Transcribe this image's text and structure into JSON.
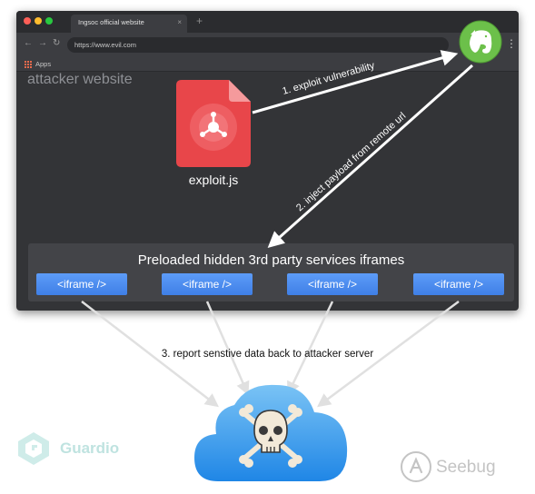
{
  "browser": {
    "tab_title": "Ingsoc official website",
    "tab_close": "×",
    "new_tab": "+",
    "url": "https://www.evil.com",
    "bookmark_apps": "Apps",
    "nav_back": "←",
    "nav_forward": "→",
    "nav_reload": "↻",
    "menu": "⋮",
    "traffic_lights": [
      "#fd5f57",
      "#febc2e",
      "#28c840"
    ]
  },
  "diagram": {
    "site_label": "attacker website",
    "exploit_file": "exploit.js",
    "step1": "1. exploit vulnerability",
    "step2": "2. inject payload from remote url",
    "step3": "3. report senstive data back to attacker server",
    "panel_title": "Preloaded hidden 3rd party services iframes",
    "iframes": [
      "<iframe />",
      "<iframe />",
      "<iframe />",
      "<iframe />"
    ]
  },
  "icons": {
    "exploit": "biohazard-file-icon",
    "service": "evernote-elephant-icon",
    "server": "skull-crossbones-cloud-icon"
  },
  "colors": {
    "exploit_red": "#e8464a",
    "evernote_green": "#6cc04a",
    "iframe_blue": "#4a8cf0",
    "cloud_blue": "#3a9df0"
  },
  "logos": {
    "left": "Guardio",
    "right": "Seebug"
  }
}
